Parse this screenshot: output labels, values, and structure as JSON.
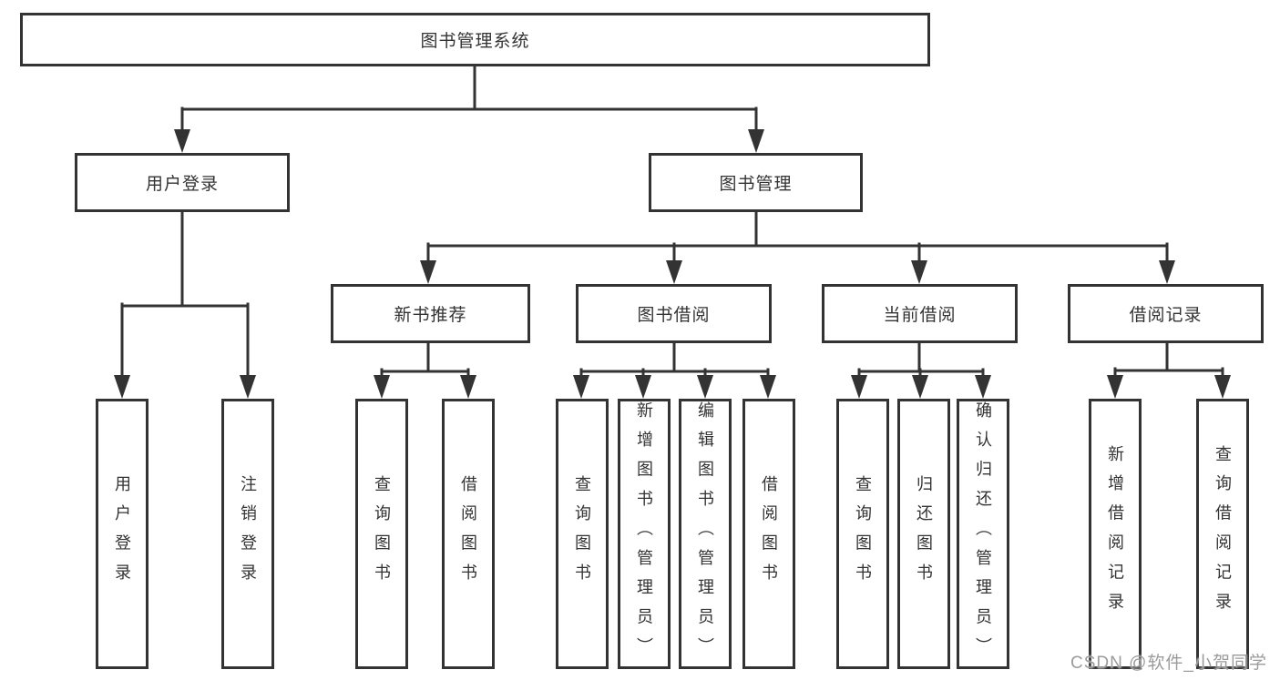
{
  "watermark": "CSDN @软件_小贺同学",
  "diagram": {
    "title": "图书管理系统",
    "level1": {
      "user_login": {
        "label": "用户登录",
        "children": [
          "用户登录",
          "注销登录"
        ]
      },
      "book_management": {
        "label": "图书管理"
      }
    },
    "level2": {
      "new_book_recommend": {
        "label": "新书推荐",
        "children": [
          "查询图书",
          "借阅图书"
        ]
      },
      "book_borrow": {
        "label": "图书借阅",
        "children": [
          "查询图书",
          "新增图书（管理员）",
          "编辑图书（管理员）",
          "借阅图书"
        ]
      },
      "current_borrow": {
        "label": "当前借阅",
        "children": [
          "查询图书",
          "归还图书",
          "确认归还（管理员）"
        ]
      },
      "borrow_records": {
        "label": "借阅记录",
        "children": [
          "新增借阅记录",
          "查询借阅记录"
        ]
      }
    },
    "colors": {
      "line": "#333333",
      "box_border": "#333333",
      "text": "#333333",
      "watermark": "#9b9b9b",
      "background": "#ffffff"
    }
  }
}
